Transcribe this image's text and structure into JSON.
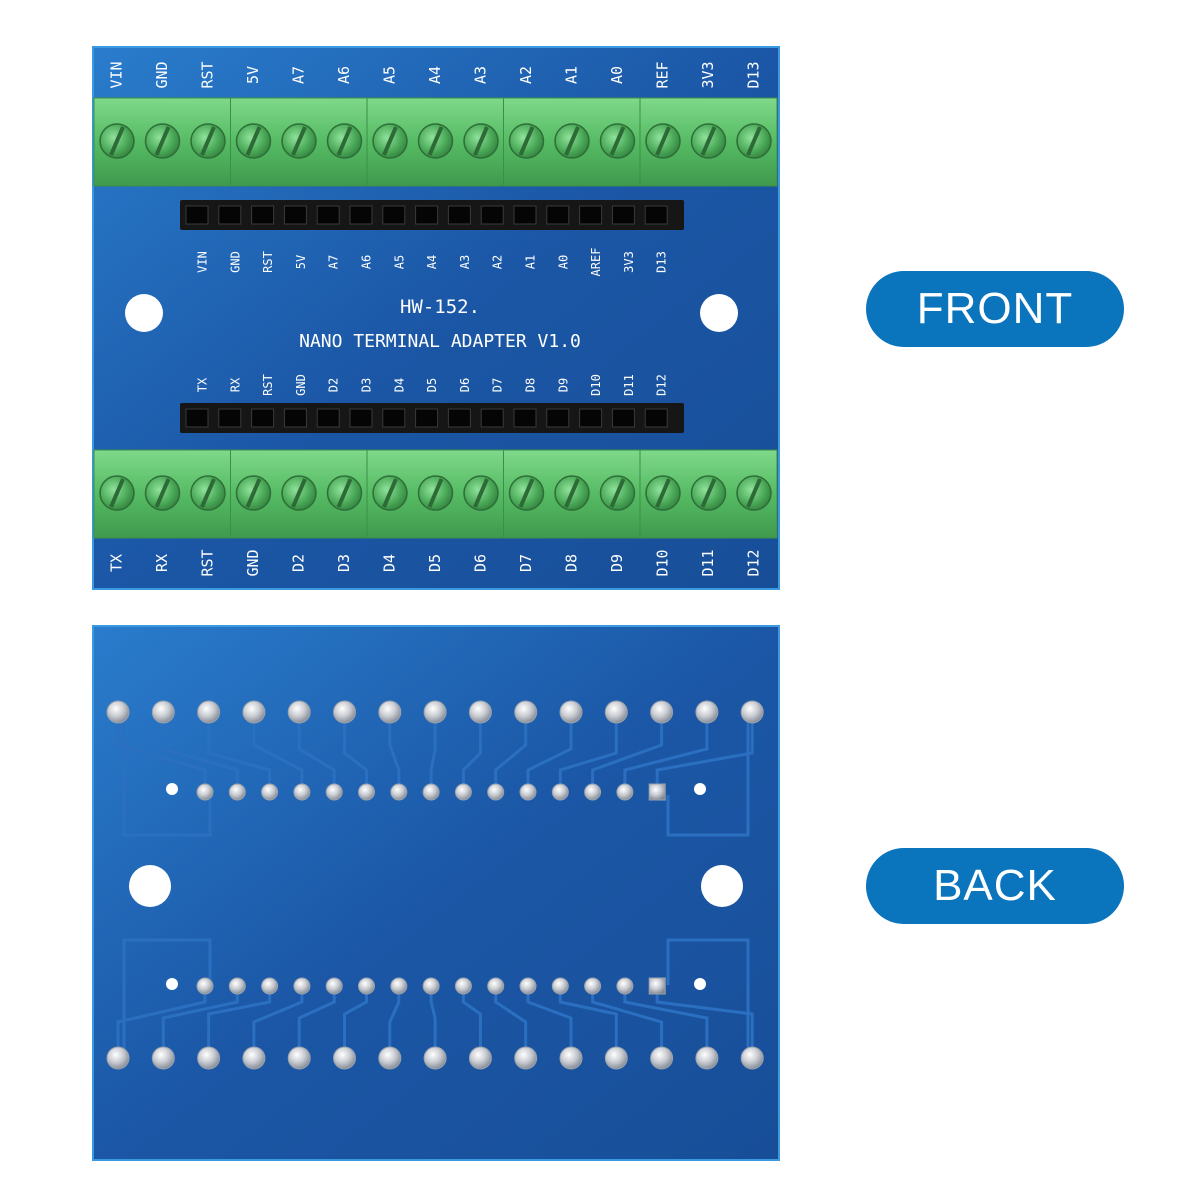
{
  "front": {
    "top_terminal_labels": [
      "VIN",
      "GND",
      "RST",
      "5V",
      "A7",
      "A6",
      "A5",
      "A4",
      "A3",
      "A2",
      "A1",
      "A0",
      "REF",
      "3V3",
      "D13"
    ],
    "top_header_labels": [
      "VIN",
      "GND",
      "RST",
      "5V",
      "A7",
      "A6",
      "A5",
      "A4",
      "A3",
      "A2",
      "A1",
      "A0",
      "AREF",
      "3V3",
      "D13"
    ],
    "board_id": "HW-152.",
    "board_title": "NANO TERMINAL ADAPTER V1.0",
    "bottom_header_labels": [
      "TX",
      "RX",
      "RST",
      "GND",
      "D2",
      "D3",
      "D4",
      "D5",
      "D6",
      "D7",
      "D8",
      "D9",
      "D10",
      "D11",
      "D12"
    ],
    "bottom_terminal_labels": [
      "TX",
      "RX",
      "RST",
      "GND",
      "D2",
      "D3",
      "D4",
      "D5",
      "D6",
      "D7",
      "D8",
      "D9",
      "D10",
      "D11",
      "D12"
    ]
  },
  "labels": {
    "front": "FRONT",
    "back": "BACK"
  },
  "colors": {
    "pcb": "#1f5fae",
    "pcb_edge": "#2a8fd6",
    "terminal": "#5cc26a",
    "pill": "#0a74bd"
  }
}
